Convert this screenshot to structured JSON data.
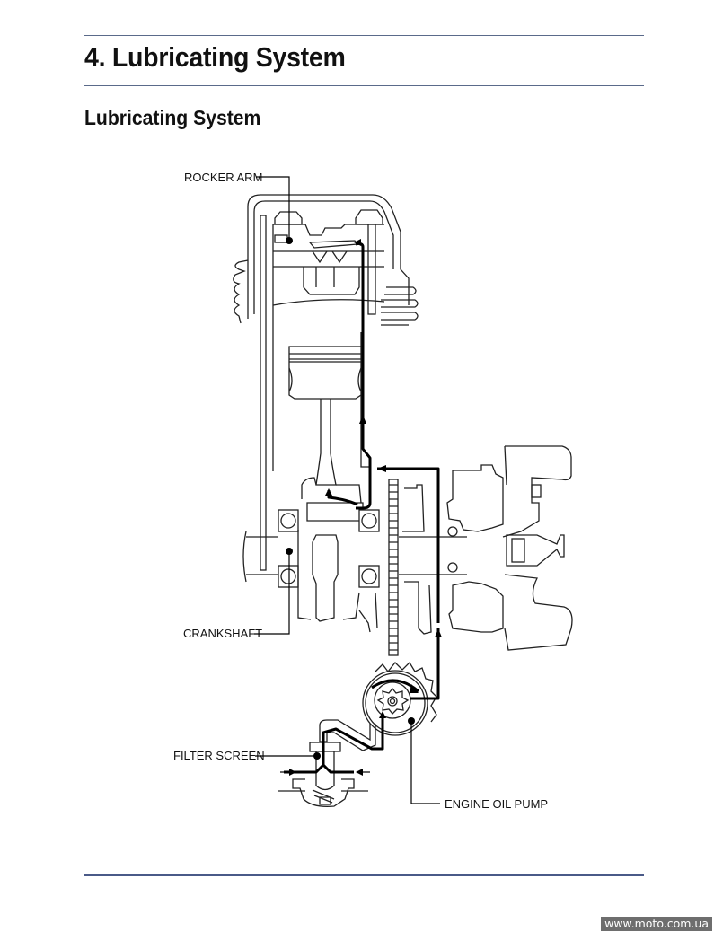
{
  "page": {
    "chapter_title": "4. Lubricating System",
    "section_title": "Lubricating System"
  },
  "diagram": {
    "subject": "engine lubrication oil flow cross-section",
    "callouts": {
      "rocker_arm": "ROCKER ARM",
      "crankshaft": "CRANKSHAFT",
      "filter_screen": "FILTER SCREEN",
      "engine_oil_pump": "ENGINE OIL PUMP"
    }
  },
  "footer": {
    "watermark": "www.moto.com.ua"
  },
  "colors": {
    "rule": "#5a6a8a",
    "watermark_bg": "#6e6e6e"
  }
}
